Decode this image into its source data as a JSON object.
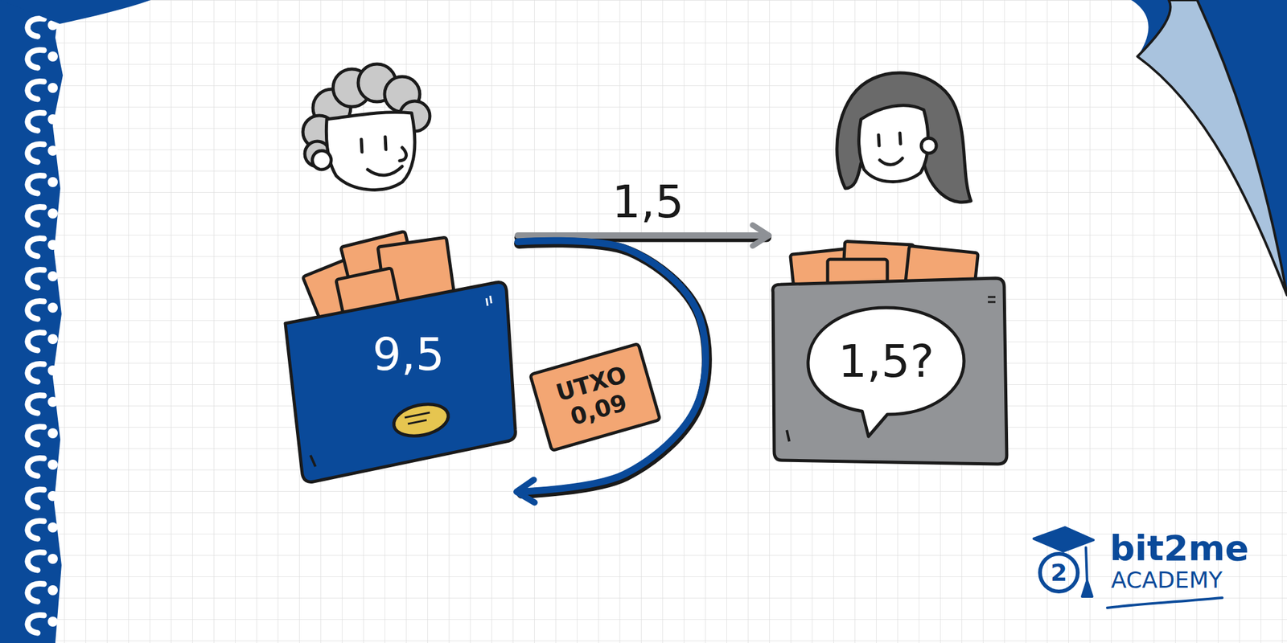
{
  "diagram": {
    "nodes": [
      {
        "text": [
          "9,5"
        ]
      },
      {
        "text": [
          "1,5?"
        ]
      },
      {
        "text": [
          "UTXO",
          "0,09"
        ]
      }
    ],
    "edges": [
      {
        "from": 0,
        "to": 1,
        "arrow": "to",
        "label": "1,5"
      },
      {
        "from": 0,
        "to": 0,
        "arrow": "to"
      }
    ],
    "labels": [
      "2",
      "bit2me",
      "ACADEMY"
    ]
  }
}
